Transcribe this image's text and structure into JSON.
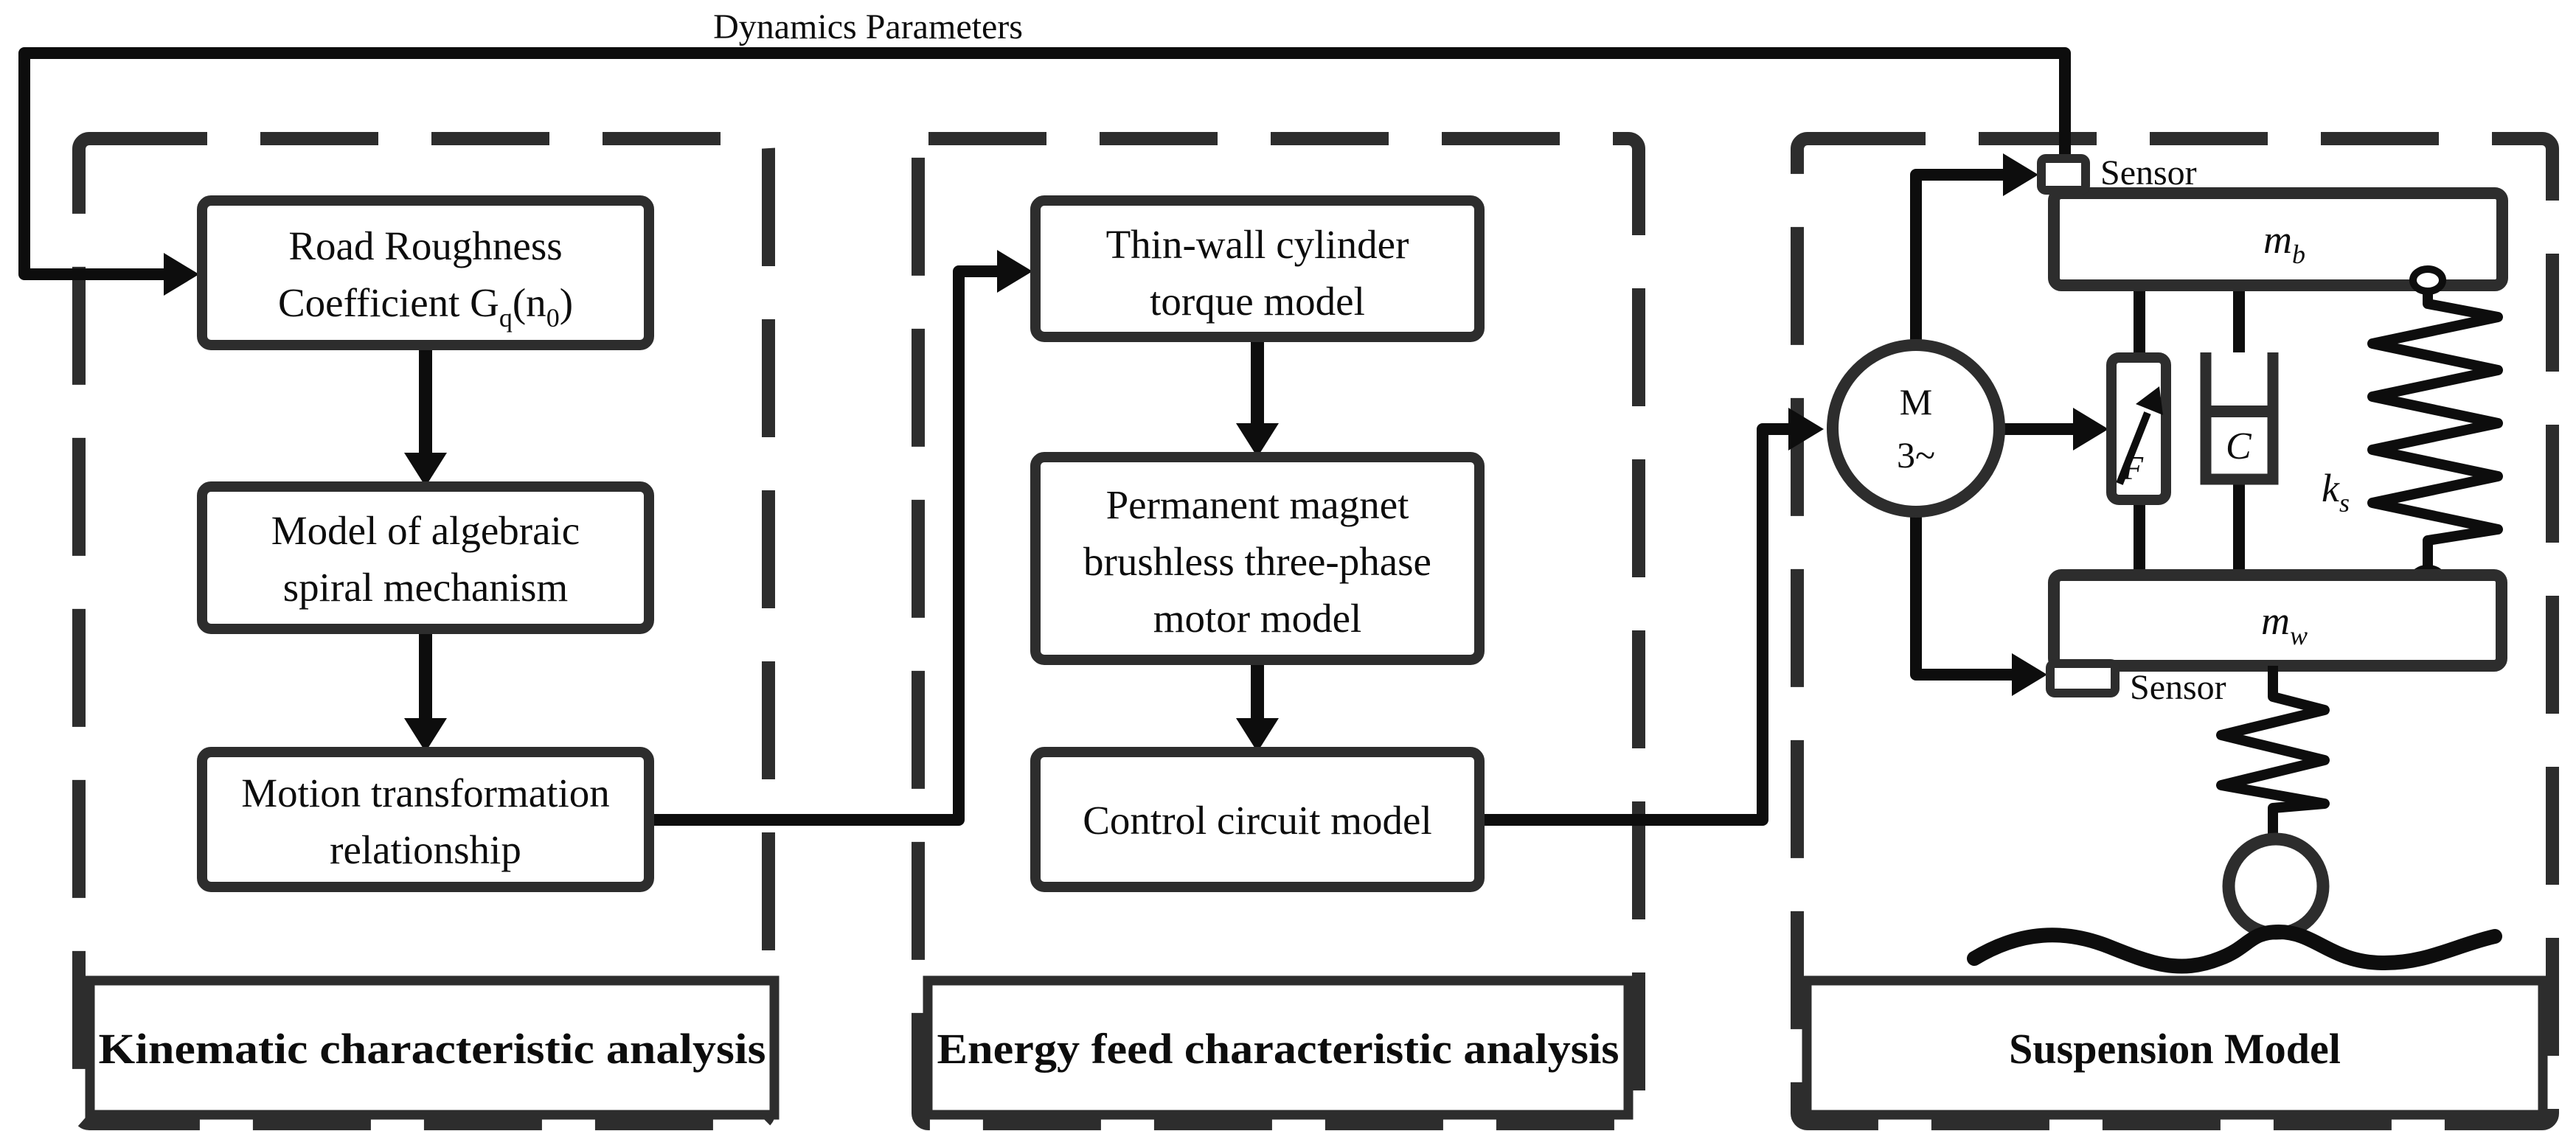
{
  "colors": {
    "background": "#ffffff",
    "ink": "#0d0d0d",
    "frame": "#2d2d2d"
  },
  "feedback": {
    "label": "Dynamics Parameters"
  },
  "sections": {
    "kinematic": {
      "label": "Kinematic characteristic analysis",
      "road_box": {
        "line1": "Road Roughness",
        "line2_prefix": "Coefficient G",
        "line2_sub1": "q",
        "line2_mid": "(n",
        "line2_sub2": "0",
        "line2_suffix": ")"
      },
      "algebraic_box": {
        "line1": "Model of algebraic",
        "line2": "spiral mechanism"
      },
      "motion_box": {
        "line1": "Motion transformation",
        "line2": "relationship"
      }
    },
    "energy": {
      "label": "Energy feed characteristic analysis",
      "thinwall_box": {
        "line1": "Thin-wall cylinder",
        "line2": "torque model"
      },
      "magnet_box": {
        "line1": "Permanent magnet",
        "line2": "brushless three-phase",
        "line3": "motor model"
      },
      "control_box": {
        "line1": "Control circuit model"
      }
    },
    "suspension": {
      "label": "Suspension Model",
      "motor_line1": "M",
      "motor_line2": "3~",
      "sensor_top": "Sensor",
      "sensor_bottom": "Sensor",
      "sprung_mass_main": "m",
      "sprung_mass_sub": "b",
      "unsprung_mass_main": "m",
      "unsprung_mass_sub": "w",
      "actuator_label": "F",
      "damper_label": "C",
      "spring_main": "k",
      "spring_sub": "s"
    }
  }
}
